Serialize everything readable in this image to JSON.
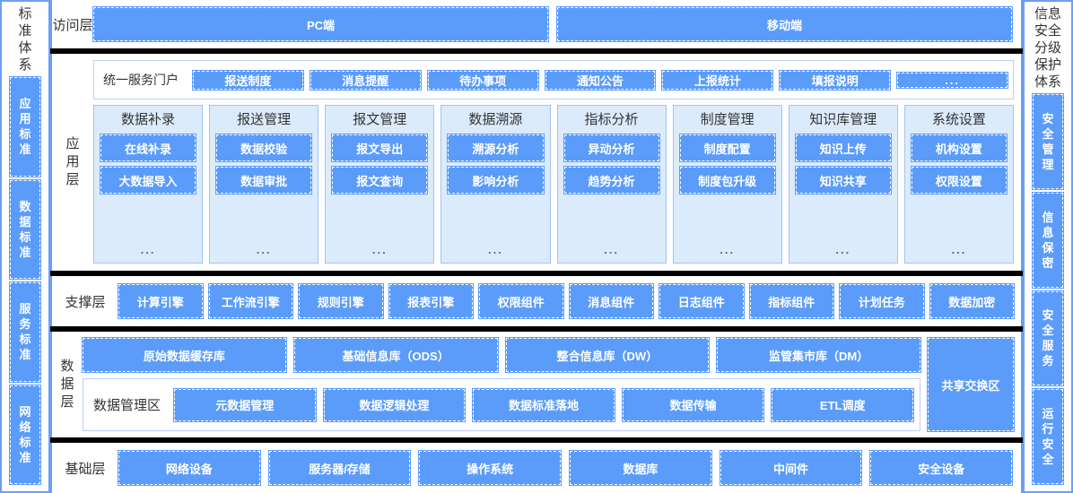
{
  "left_pillar": {
    "title_lines": [
      "标",
      "准",
      "体",
      "系"
    ],
    "items": [
      {
        "label": "应用标准"
      },
      {
        "label": "数据标准"
      },
      {
        "label": "服务标准"
      },
      {
        "label": "网络标准"
      }
    ]
  },
  "right_pillar": {
    "title_lines": [
      "信息",
      "安全",
      "分级",
      "保护",
      "体系"
    ],
    "items": [
      {
        "label": "安全管理"
      },
      {
        "label": "信息保密"
      },
      {
        "label": "安全服务"
      },
      {
        "label": "运行安全"
      }
    ]
  },
  "access_layer": {
    "label": "访问层",
    "items": [
      "PC端",
      "移动端"
    ]
  },
  "application_layer": {
    "label_chars": [
      "应",
      "用",
      "层"
    ],
    "portal": {
      "label": "统一服务门户",
      "items": [
        "报送制度",
        "消息提醒",
        "待办事项",
        "通知公告",
        "上报统计",
        "填报说明",
        "..."
      ]
    },
    "modules": [
      {
        "title": "数据补录",
        "items": [
          "在线补录",
          "大数据导入"
        ],
        "more": "..."
      },
      {
        "title": "报送管理",
        "items": [
          "数据校验",
          "数据审批"
        ],
        "more": "..."
      },
      {
        "title": "报文管理",
        "items": [
          "报文导出",
          "报文查询"
        ],
        "more": "..."
      },
      {
        "title": "数据溯源",
        "items": [
          "溯源分析",
          "影响分析"
        ],
        "more": "..."
      },
      {
        "title": "指标分析",
        "items": [
          "异动分析",
          "趋势分析"
        ],
        "more": "..."
      },
      {
        "title": "制度管理",
        "items": [
          "制度配置",
          "制度包升级"
        ],
        "more": "..."
      },
      {
        "title": "知识库管理",
        "items": [
          "知识上传",
          "知识共享"
        ],
        "more": "..."
      },
      {
        "title": "系统设置",
        "items": [
          "机构设置",
          "权限设置"
        ],
        "more": "..."
      }
    ]
  },
  "support_layer": {
    "label": "支撑层",
    "items": [
      "计算引擎",
      "工作流引擎",
      "规则引擎",
      "报表引擎",
      "权限组件",
      "消息组件",
      "日志组件",
      "指标组件",
      "计划任务",
      "数据加密"
    ]
  },
  "data_layer": {
    "label_chars": [
      "数",
      "据",
      "层"
    ],
    "stores": [
      "原始数据缓存库",
      "基础信息库（ODS）",
      "整合信息库（DW）",
      "监管集市库（DM）"
    ],
    "manage_zone": {
      "label": "数据管理区",
      "items": [
        "元数据管理",
        "数据逻辑处理",
        "数据标准落地",
        "数据传输",
        "ETL调度"
      ]
    },
    "share_zone": "共享交换区"
  },
  "infra_layer": {
    "label": "基础层",
    "items": [
      "网络设备",
      "服务器/存储",
      "操作系统",
      "数据库",
      "中间件",
      "安全设备"
    ]
  },
  "colors": {
    "primary_blue": "#5b9cfa",
    "module_bg": "#dcebfc",
    "border_blue": "#6b9ef5",
    "separator": "#000000"
  }
}
